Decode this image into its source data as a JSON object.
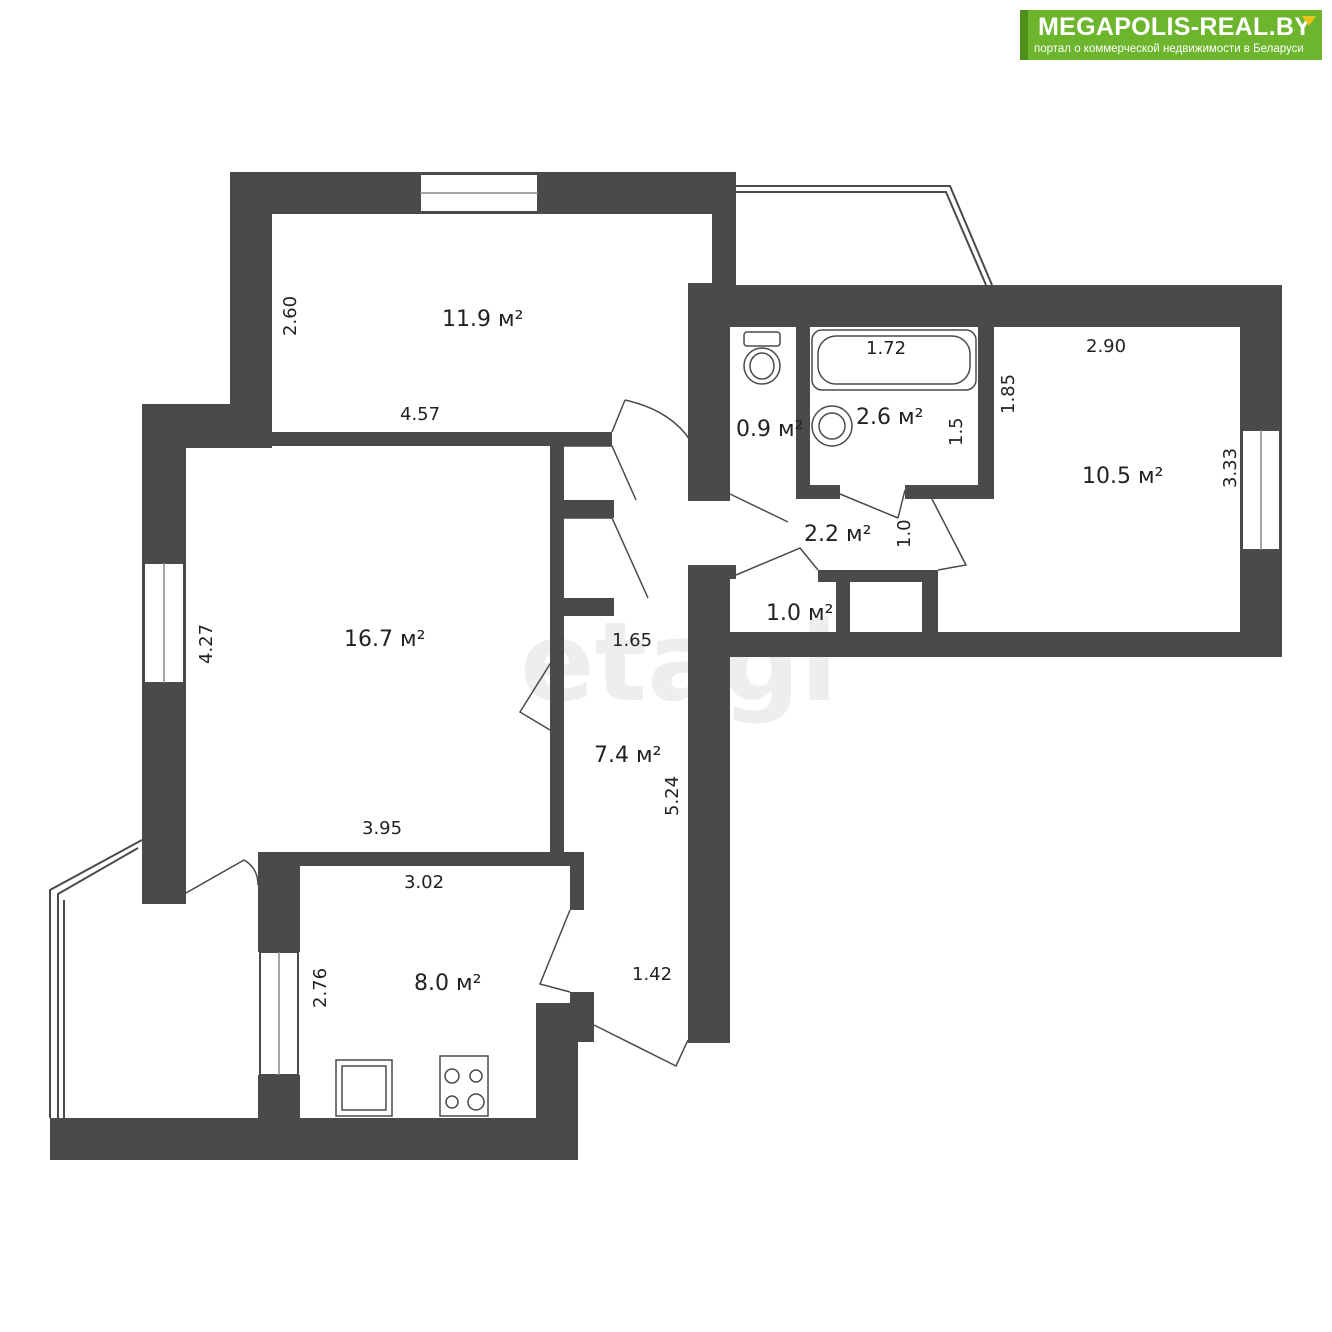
{
  "badge": {
    "title": "MEGAPOLIS-REAL.BY",
    "subtitle": "портал о коммерческой недвижимости в Беларуси"
  },
  "watermark": "etagi",
  "colors": {
    "wall": "#4a4a4a",
    "brand": "#6cb52d",
    "text": "#222222"
  },
  "rooms": [
    {
      "id": "bedroom-top",
      "area": "11.9 м²"
    },
    {
      "id": "living",
      "area": "16.7 м²"
    },
    {
      "id": "wc",
      "area": "0.9 м²"
    },
    {
      "id": "bath",
      "area": "2.6 м²"
    },
    {
      "id": "hall-small",
      "area": "2.2 м²"
    },
    {
      "id": "storage",
      "area": "1.0 м²"
    },
    {
      "id": "bedroom-right",
      "area": "10.5 м²"
    },
    {
      "id": "corridor",
      "area": "7.4 м²"
    },
    {
      "id": "kitchen",
      "area": "8.0 м²"
    }
  ],
  "dimensions": [
    "2.60",
    "4.57",
    "4.27",
    "3.95",
    "1.72",
    "1.85",
    "1.5",
    "1.0",
    "2.90",
    "3.33",
    "1.65",
    "5.24",
    "3.02",
    "2.76",
    "1.42"
  ]
}
